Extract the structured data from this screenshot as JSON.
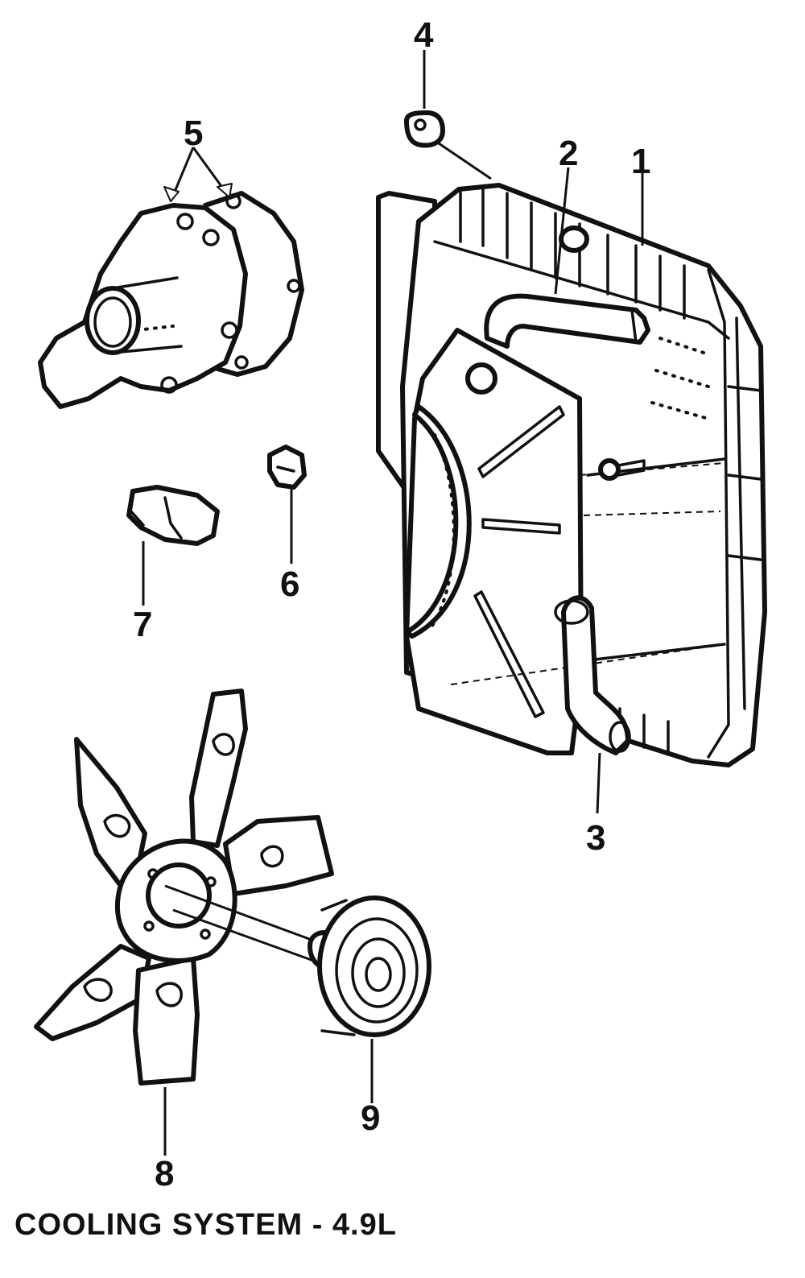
{
  "title": "COOLING SYSTEM - 4.9L",
  "callouts": [
    {
      "id": "1",
      "label": "1"
    },
    {
      "id": "2",
      "label": "2"
    },
    {
      "id": "3",
      "label": "3"
    },
    {
      "id": "4",
      "label": "4"
    },
    {
      "id": "5",
      "label": "5"
    },
    {
      "id": "6",
      "label": "6"
    },
    {
      "id": "7",
      "label": "7"
    },
    {
      "id": "8",
      "label": "8"
    },
    {
      "id": "9",
      "label": "9"
    }
  ]
}
